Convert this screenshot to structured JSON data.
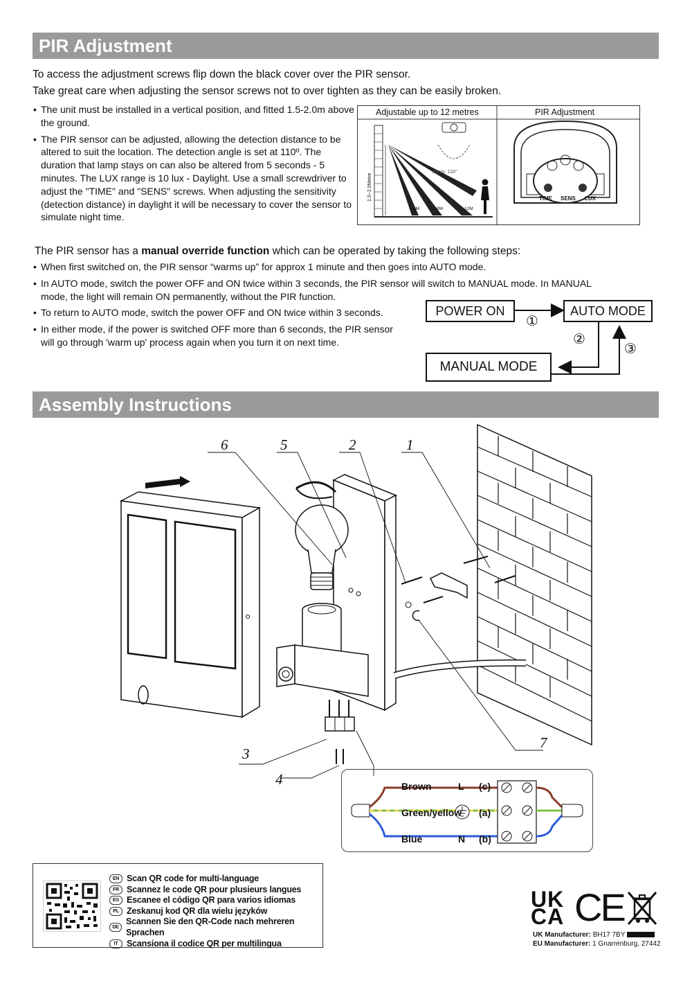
{
  "sections": {
    "pir_title": "PIR Adjustment",
    "assembly_title": "Assembly Instructions"
  },
  "intro": {
    "line1": "To access the adjustment screws flip down the black cover over the PIR sensor.",
    "line2": "Take great care when adjusting the sensor screws not to over tighten as they can be easily broken."
  },
  "pir_bullets": [
    "The unit must be installed in a vertical position, and fitted 1.5-2.0m above the ground.",
    "The PIR sensor can be adjusted,  allowing the detection distance to be altered to suit the location. The detection angle is set at 110º. The duration that lamp stays on can also be altered from 5 seconds - 5 minutes. The LUX range is 10 lux - Daylight. Use a small screwdriver to adjust the \"TIME\" and \"SENS\" screws. When adjusting the sensitivity (detection distance) in daylight it will be necessary to cover the sensor to simulate night time."
  ],
  "pir_panel": {
    "left_header": "Adjustable up to 12 metres",
    "right_header": "PIR Adjustment",
    "height_label": "1.5~2.0Metre",
    "angle_label": "appro. 110°",
    "distances": [
      "4M",
      "8M",
      "12M"
    ],
    "knobs": [
      "TIME",
      "SENS",
      "LUX"
    ]
  },
  "override": {
    "lead_before": "The PIR sensor has a ",
    "lead_bold": "manual override function",
    "lead_after": " which can be operated by taking the following steps:",
    "bullets": [
      "When first switched on, the PIR sensor “warms up” for approx 1 minute and then goes into AUTO mode.",
      "In AUTO mode, switch the power OFF and ON twice within 3 seconds, the PIR sensor will switch to MANUAL mode. In MANUAL mode, the light will remain ON permanently, without the PIR function.",
      "To return to AUTO mode, switch the power OFF and ON twice within 3 seconds.",
      "In either mode, if the power is switched OFF more than 6 seconds, the PIR sensor will go through 'warm up' process again when you turn it on next time."
    ]
  },
  "flow": {
    "power_on": "POWER ON",
    "auto_mode": "AUTO MODE",
    "manual_mode": "MANUAL MODE",
    "steps": [
      "①",
      "②",
      "③"
    ]
  },
  "assembly": {
    "part_numbers": [
      "1",
      "2",
      "3",
      "4",
      "5",
      "6",
      "7"
    ]
  },
  "wiring": {
    "brown": "Brown",
    "green_yellow": "Green/yellow",
    "blue": "Blue",
    "L": "L",
    "N": "N",
    "c": "(c)",
    "a": "(a)",
    "b": "(b)",
    "colors": {
      "brown": "#8a3b2a",
      "green": "#7cc242",
      "yellow": "#e8d84a",
      "blue": "#2a5bd7"
    }
  },
  "qr": {
    "languages": [
      {
        "code": "EN",
        "text": "Scan QR code for multi-language"
      },
      {
        "code": "FR",
        "text": "Scannez le code QR pour plusieurs langues"
      },
      {
        "code": "ES",
        "text": "Escanee el código QR para varios idiomas"
      },
      {
        "code": "PL",
        "text": "Zeskanuj kod QR dla wielu języków"
      },
      {
        "code": "DE",
        "text": "Scannen Sie den QR-Code nach mehreren Sprachen"
      },
      {
        "code": "IT",
        "text": "Scansiona il codice QR per multilingua"
      }
    ]
  },
  "footer": {
    "ukca_top": "UK",
    "ukca_bottom": "CA",
    "ce": "CE",
    "uk_label": "UK Manufacturer:",
    "uk_value": "BH17 7BY",
    "eu_label": "EU Manufacturer:",
    "eu_value": "1 Gnarrenburg, 27442"
  }
}
